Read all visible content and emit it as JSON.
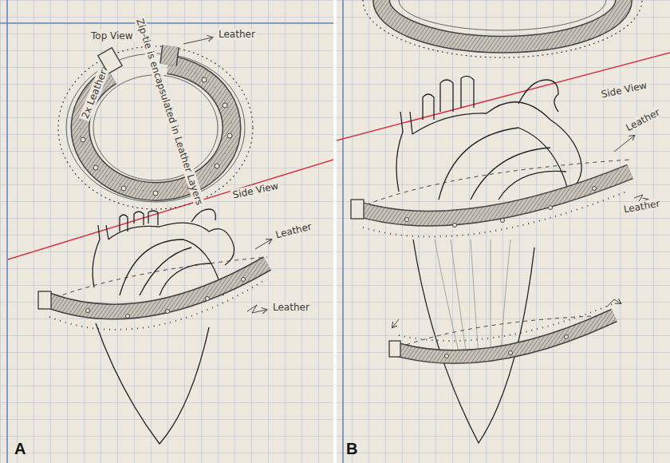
{
  "diagram": {
    "labels": [
      "Top View",
      "Leather",
      "Zip-tie is encapsulated in Leather Layers",
      "2x Leather",
      "Side View",
      "Leather",
      "Leather",
      "A",
      "Side View",
      "Leather",
      "Leather",
      "B"
    ]
  }
}
